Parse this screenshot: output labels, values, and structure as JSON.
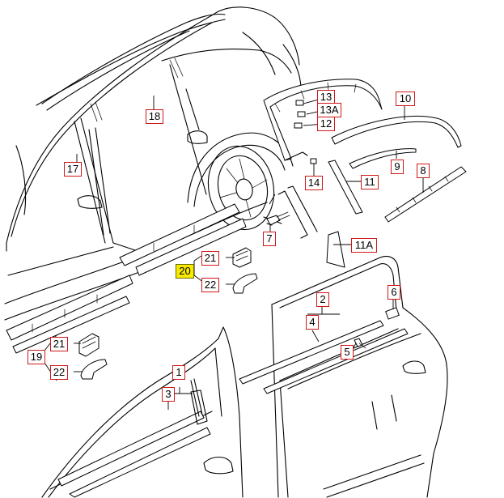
{
  "callouts": {
    "c1": "1",
    "c2": "2",
    "c3": "3",
    "c4": "4",
    "c5": "5",
    "c6": "6",
    "c7": "7",
    "c8": "8",
    "c9": "9",
    "c10": "10",
    "c11": "11",
    "c11a": "11A",
    "c12": "12",
    "c13": "13",
    "c13a": "13A",
    "c14": "14",
    "c17": "17",
    "c18": "18",
    "c19": "19",
    "c20": "20",
    "c21a": "21",
    "c21b": "21",
    "c22a": "22",
    "c22b": "22"
  },
  "colors": {
    "callout_border": "#d01818",
    "highlight": "#f7ea00",
    "line": "#000000"
  },
  "highlighted_callout": "20"
}
